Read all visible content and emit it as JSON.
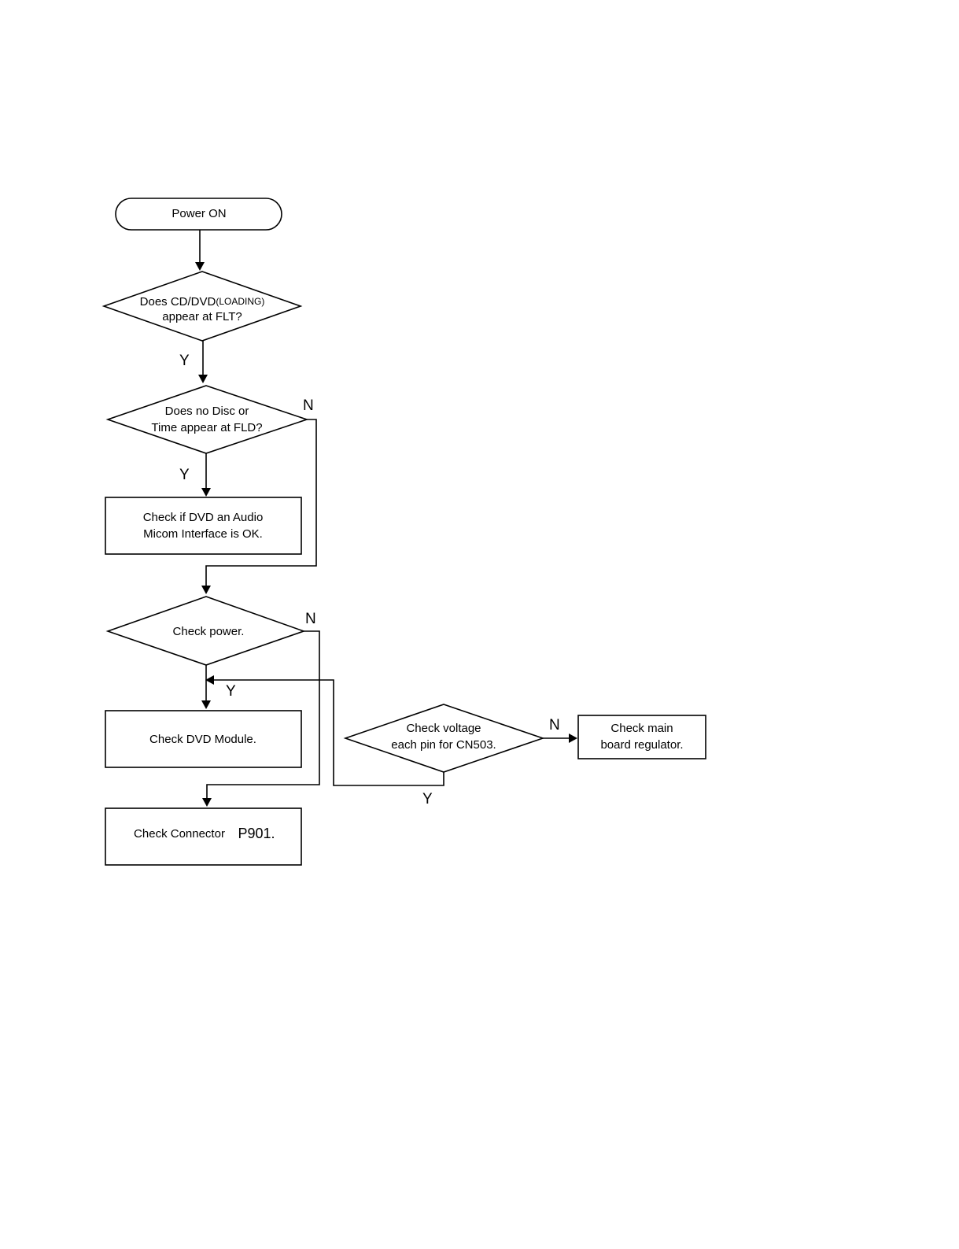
{
  "nodes": {
    "power_on": {
      "label": "Power ON"
    },
    "loading_check": {
      "line1_a": "Does CD/DVD",
      "line1_b": "(LOADING)",
      "line2": "appear at FLT?"
    },
    "disc_time_check": {
      "line1": "Does no Disc or",
      "line2": "Time appear at FLD?"
    },
    "micom_interface": {
      "line1": "Check if DVD an Audio",
      "line2": "Micom Interface is OK."
    },
    "check_power": {
      "label": "Check power."
    },
    "dvd_module": {
      "label": "Check DVD Module."
    },
    "voltage_check": {
      "line1": "Check voltage",
      "line2_a": "each pin for ",
      "line2_b": "CN503."
    },
    "regulator": {
      "line1": "Check main",
      "line2": "board regulator."
    },
    "connector": {
      "label_a": "Check Connector",
      "label_b": "P901."
    }
  },
  "edge_labels": {
    "loading_yes": "Y",
    "disc_yes": "Y",
    "disc_no": "N",
    "power_no": "N",
    "power_yes": "Y",
    "voltage_no": "N",
    "voltage_yes": "Y"
  }
}
